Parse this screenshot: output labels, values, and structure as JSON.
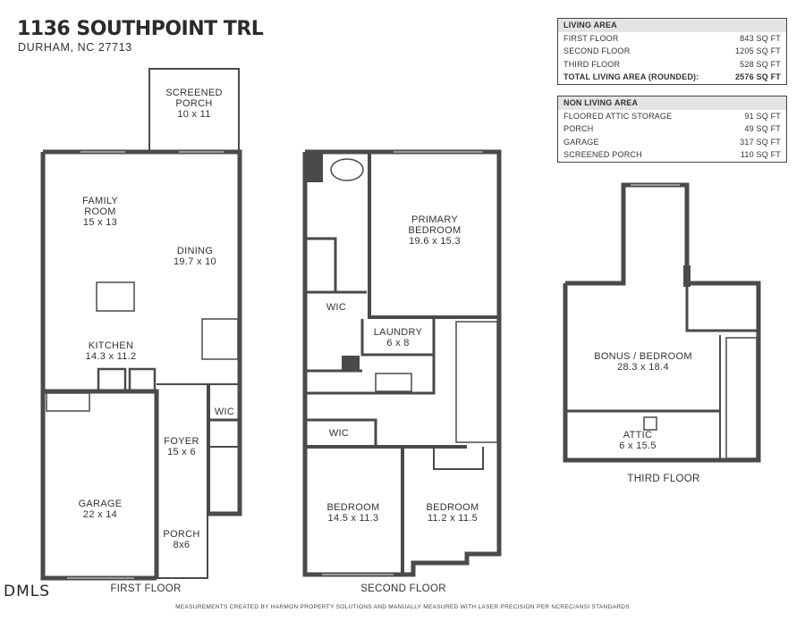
{
  "header": {
    "address": "1136 SOUTHPOINT TRL",
    "city": "DURHAM, NC 27713"
  },
  "living_area": {
    "title": "LIVING AREA",
    "rows": [
      {
        "label": "FIRST FLOOR",
        "value": "843 SQ FT"
      },
      {
        "label": "SECOND FLOOR",
        "value": "1205 SQ FT"
      },
      {
        "label": "THIRD FLOOR",
        "value": "528 SQ FT"
      },
      {
        "label": "TOTAL LIVING AREA (ROUNDED):",
        "value": "2576 SQ FT"
      }
    ]
  },
  "non_living_area": {
    "title": "NON LIVING AREA",
    "rows": [
      {
        "label": "FLOORED ATTIC STORAGE",
        "value": "91 SQ FT"
      },
      {
        "label": "PORCH",
        "value": "49 SQ FT"
      },
      {
        "label": "GARAGE",
        "value": "317 SQ FT"
      },
      {
        "label": "SCREENED PORCH",
        "value": "110 SQ FT"
      }
    ]
  },
  "first_floor": {
    "label": "FIRST FLOOR",
    "rooms": {
      "screened_porch": {
        "name": "SCREENED\nPORCH",
        "dims": "10 x 11"
      },
      "family_room": {
        "name": "FAMILY\nROOM",
        "dims": "15 x 13"
      },
      "dining": {
        "name": "DINING",
        "dims": "19.7 x 10"
      },
      "kitchen": {
        "name": "KITCHEN",
        "dims": "14.3 x 11.2"
      },
      "wic": {
        "name": "WIC",
        "dims": ""
      },
      "foyer": {
        "name": "FOYER",
        "dims": "15 x 6"
      },
      "garage": {
        "name": "GARAGE",
        "dims": "22 x 14"
      },
      "porch": {
        "name": "PORCH",
        "dims": "8x6"
      }
    }
  },
  "second_floor": {
    "label": "SECOND FLOOR",
    "rooms": {
      "primary_bedroom": {
        "name": "PRIMARY\nBEDROOM",
        "dims": "19.6 x 15.3"
      },
      "wic_primary": {
        "name": "WIC",
        "dims": ""
      },
      "laundry": {
        "name": "LAUNDRY",
        "dims": "6 x 8"
      },
      "wic_bedroom": {
        "name": "WIC",
        "dims": ""
      },
      "bedroom_1": {
        "name": "BEDROOM",
        "dims": "14.5 x 11.3"
      },
      "bedroom_2": {
        "name": "BEDROOM",
        "dims": "11.2 x 11.5"
      }
    }
  },
  "third_floor": {
    "label": "THIRD FLOOR",
    "rooms": {
      "bonus": {
        "name": "BONUS / BEDROOM",
        "dims": "28.3 x 18.4"
      },
      "attic": {
        "name": "ATTIC",
        "dims": "6 x 15.5"
      }
    }
  },
  "footer": {
    "logo": "DMLS",
    "disclaimer": "MEASUREMENTS CREATED BY HARMON PROPERTY SOLUTIONS AND MANUALLY MEASURED WITH LASER PRECISION PER NCREC/ANSI STANDARDS"
  },
  "colors": {
    "wall": "#4a4a4a",
    "table_header": "#e4e4e4",
    "text": "#333333"
  }
}
